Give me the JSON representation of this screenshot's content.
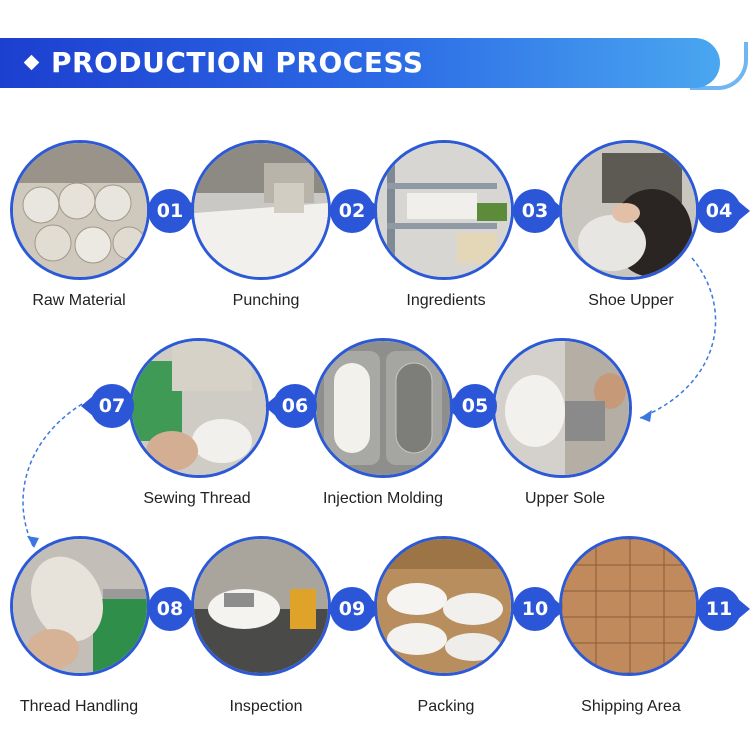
{
  "header": {
    "title": "PRODUCTION PROCESS"
  },
  "steps": [
    {
      "number": "01",
      "label": "Raw Material"
    },
    {
      "number": "02",
      "label": "Punching"
    },
    {
      "number": "03",
      "label": "Ingredients"
    },
    {
      "number": "04",
      "label": "Shoe Upper"
    },
    {
      "number": "05",
      "label": "Upper Sole"
    },
    {
      "number": "06",
      "label": "Injection Molding"
    },
    {
      "number": "07",
      "label": "Sewing Thread"
    },
    {
      "number": "08",
      "label": "Thread Handling"
    },
    {
      "number": "09",
      "label": "Inspection"
    },
    {
      "number": "10",
      "label": "Packing"
    },
    {
      "number": "11",
      "label": "Shipping Area"
    }
  ],
  "colors": {
    "accent": "#2c56d8",
    "banner_start": "#1c3fd0",
    "banner_end": "#4aa7f0"
  }
}
